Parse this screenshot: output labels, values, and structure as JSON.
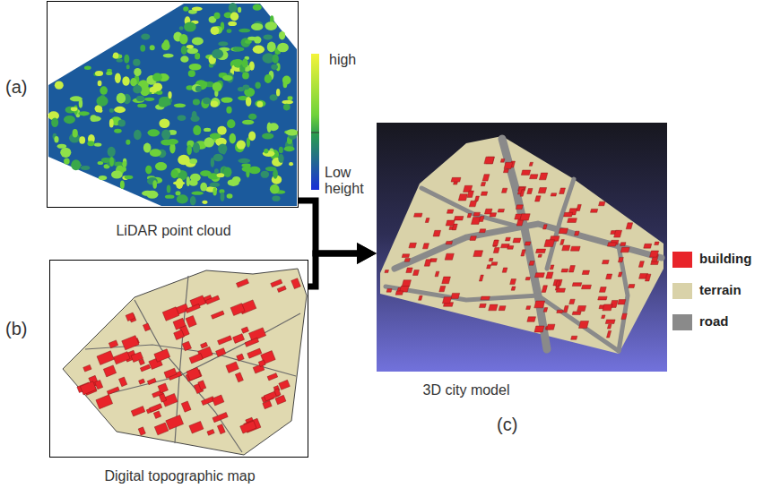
{
  "diagram": {
    "nodes": [
      {
        "text": [
          "LiDAR point cloud"
        ]
      },
      {
        "text": [
          "Digital topographic map"
        ]
      },
      {
        "text": [
          "3D city model"
        ]
      }
    ],
    "edges": [
      {
        "from": 0,
        "to": 2,
        "arrow": "to"
      },
      {
        "from": 1,
        "to": 2,
        "arrow": "to"
      }
    ],
    "labels": [
      "(a)",
      "high",
      "Low height",
      "(b)",
      "(c)"
    ],
    "legend": [
      {
        "text": "building",
        "color": "#e8242a"
      },
      {
        "text": "terrain",
        "color": "#d9d2a9"
      },
      {
        "text": "road",
        "color": "#8a8a8a"
      }
    ]
  }
}
